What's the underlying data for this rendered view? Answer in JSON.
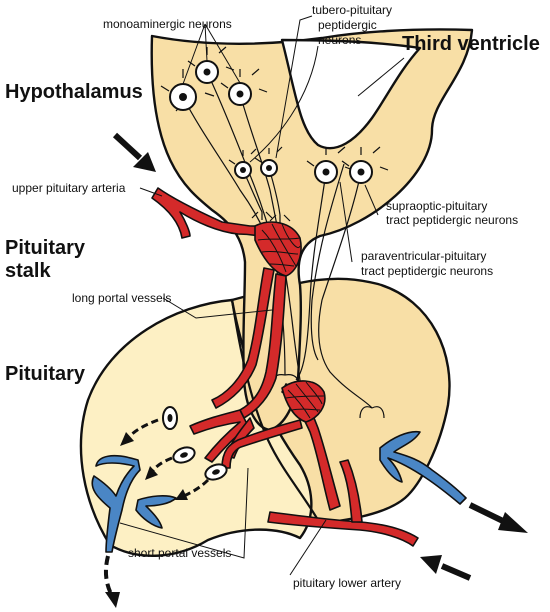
{
  "labels": {
    "hypothalamus": "Hypothalamus",
    "third_ventricle": "Third ventricle",
    "pituitary_stalk_1": "Pituitary",
    "pituitary_stalk_2": "stalk",
    "pituitary": "Pituitary",
    "monoaminergic": "monoaminergic neurons",
    "tubero_1": "tubero-pituitary",
    "tubero_2": "peptidergic",
    "tubero_3": "neurons",
    "upper_artery": "upper pituitary arteria",
    "supraoptic_1": "supraoptic-pituitary",
    "supraoptic_2": "tract peptidergic neurons",
    "paraventricular_1": "paraventricular-pituitary",
    "paraventricular_2": "tract peptidergic neurons",
    "long_portal": "long portal vessels",
    "short_portal": "short portal vessels",
    "lower_artery": "pituitary lower artery"
  },
  "colors": {
    "hypothalamus_fill": "#f8dfa6",
    "anterior_lobe_fill": "#fdf0c4",
    "artery": "#d42a2a",
    "vein": "#4a86c5"
  }
}
